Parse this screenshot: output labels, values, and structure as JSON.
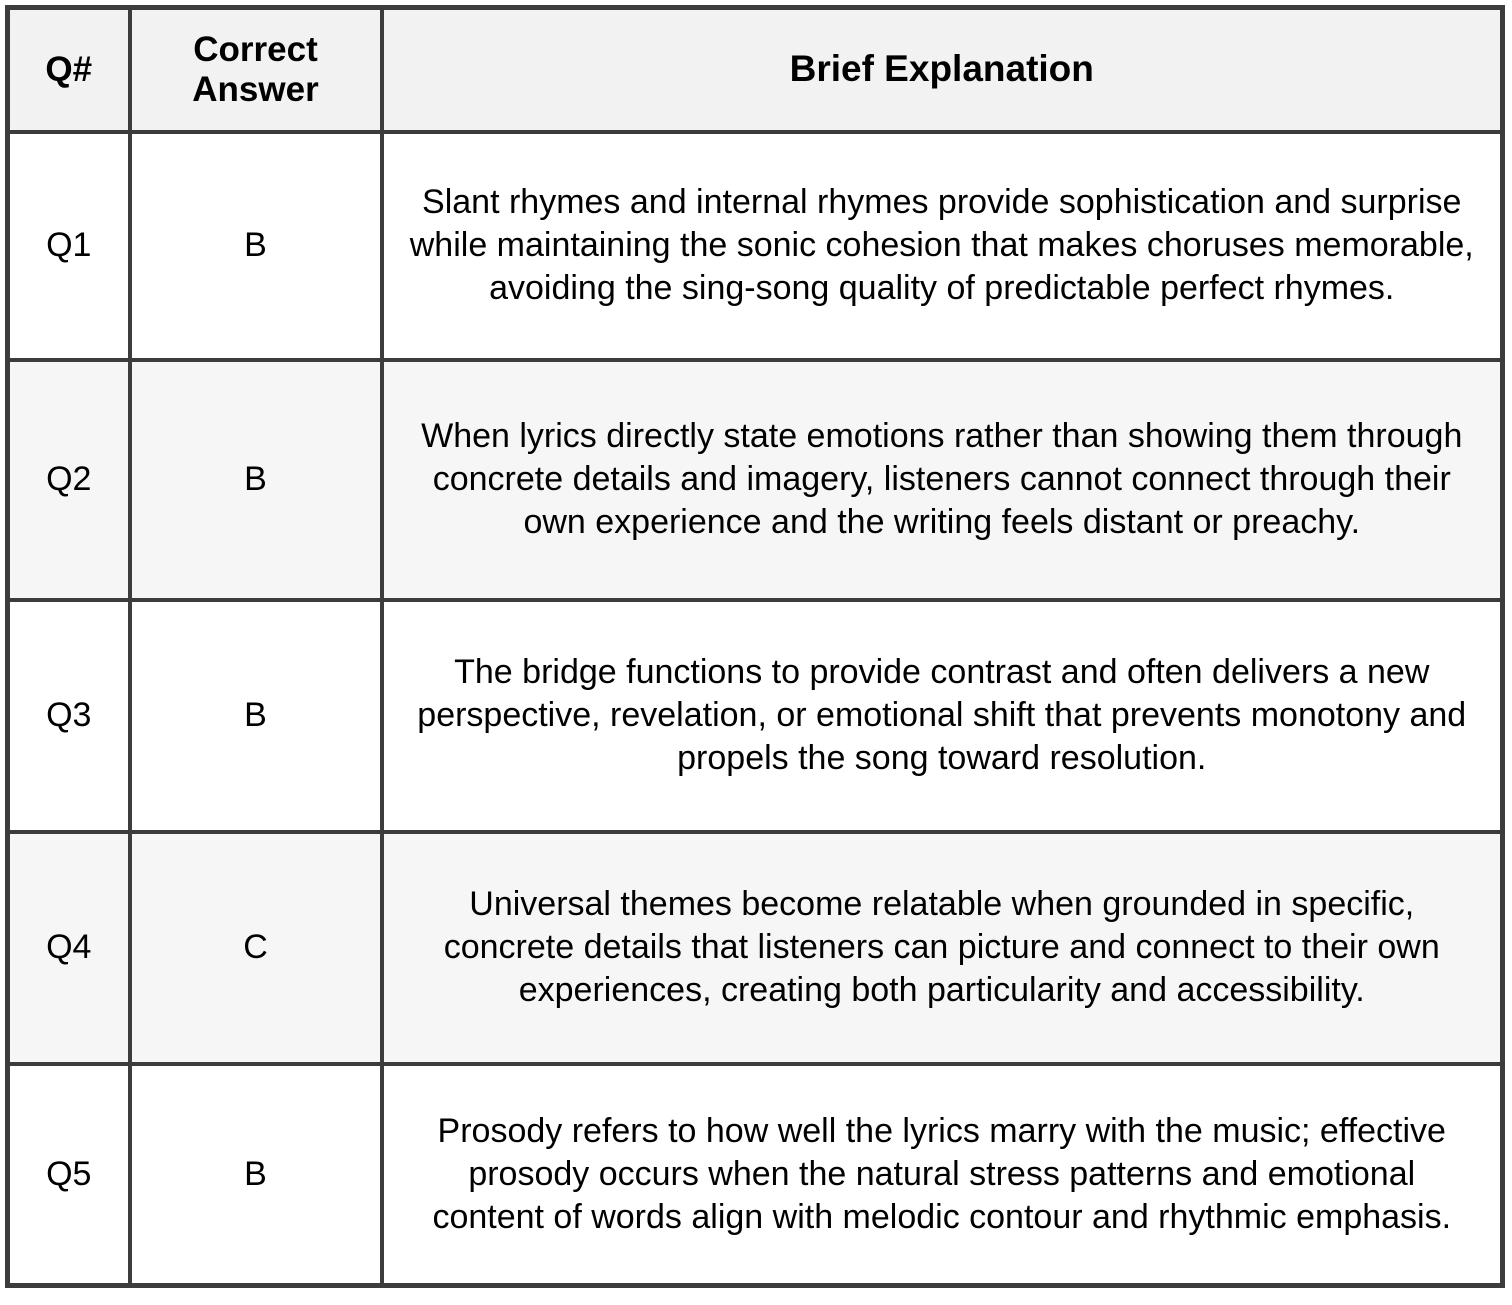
{
  "table": {
    "name": "answer-key-table",
    "columns": [
      {
        "key": "qnum",
        "label": "Q#"
      },
      {
        "key": "answer",
        "label": "Correct Answer"
      },
      {
        "key": "expl",
        "label": "Brief Explanation"
      }
    ],
    "header": {
      "qnum_label": "Q#",
      "answer_label_line1": "Correct",
      "answer_label_line2": "Answer",
      "explanation_label": "Brief Explanation"
    },
    "rows": [
      {
        "qnum": "Q1",
        "answer": "B",
        "explanation": "Slant rhymes and internal rhymes provide sophistication and surprise while maintaining the sonic cohesion that makes choruses memorable, avoiding the sing-song quality of predictable perfect rhymes.",
        "shaded": false
      },
      {
        "qnum": "Q2",
        "answer": "B",
        "explanation": "When lyrics directly state emotions rather than showing them through concrete details and imagery, listeners cannot connect through their own experience and the writing feels distant or preachy.",
        "shaded": true
      },
      {
        "qnum": "Q3",
        "answer": "B",
        "explanation": "The bridge functions to provide contrast and often delivers a new perspective, revelation, or emotional shift that prevents monotony and propels the song toward resolution.",
        "shaded": false
      },
      {
        "qnum": "Q4",
        "answer": "C",
        "explanation": "Universal themes become relatable when grounded in specific, concrete details that listeners can picture and connect to their own experiences, creating both particularity and accessibility.",
        "shaded": true
      },
      {
        "qnum": "Q5",
        "answer": "B",
        "explanation": "Prosody refers to how well the lyrics marry with the music; effective prosody occurs when the natural stress patterns and emotional content of words align with melodic contour and rhythmic emphasis.",
        "shaded": false
      }
    ]
  },
  "colors": {
    "border": "#3c3c3c",
    "header_background": "#f2f2f2",
    "row_shaded_background": "#f6f6f6",
    "row_plain_background": "#ffffff",
    "text": "#000000"
  }
}
